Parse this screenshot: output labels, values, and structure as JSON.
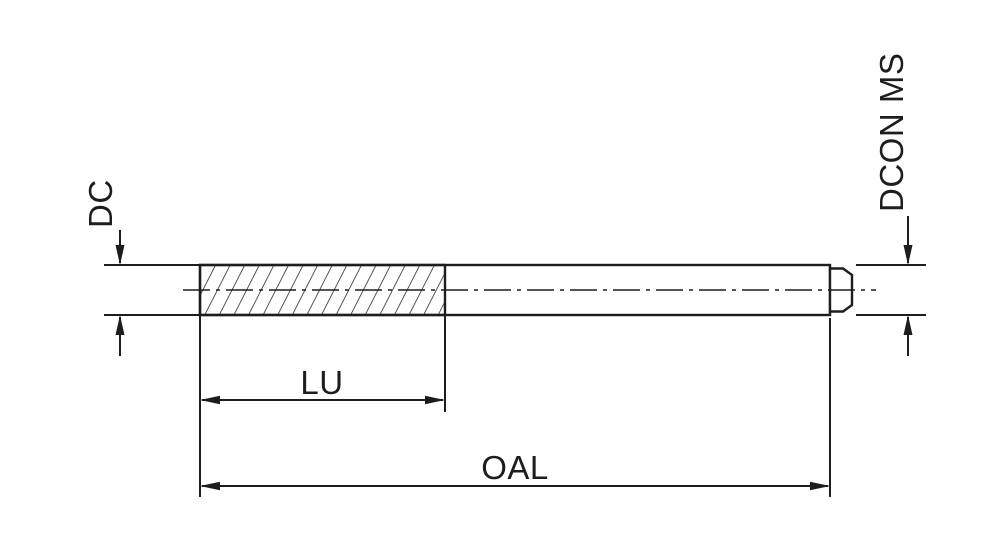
{
  "drawing": {
    "labels": {
      "dc": "DC",
      "lu": "LU",
      "oal": "OAL",
      "dcon_ms": "DCON MS"
    },
    "colors": {
      "line": "#1d1d1b",
      "background": "#ffffff"
    }
  }
}
